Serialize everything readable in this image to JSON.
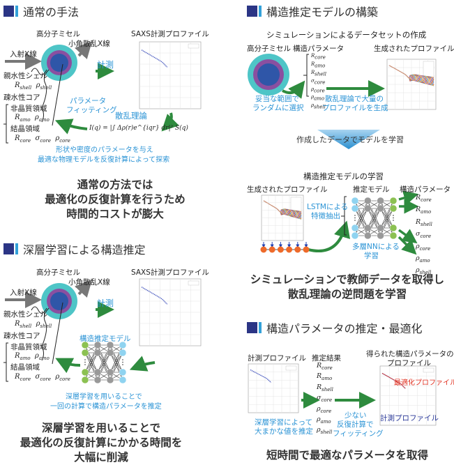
{
  "sections": {
    "conventional": {
      "title": "通常の手法",
      "micelle_label": "高分子ミセル",
      "saxs_label": "小角散乱X線",
      "incident_label": "入射X線",
      "profile_label": "SAXS計測プロファイル",
      "measure_label": "計測",
      "shell_label": "親水性シェル",
      "core_label": "疎水性コア",
      "amorphous_label": "非晶質領域",
      "crystal_label": "結晶領域",
      "fitting_line1": "パラメータ",
      "fitting_line2": "フィッティング",
      "theory_label": "散乱理論",
      "formula": "I(q) = |∫ Δρ(r)e^{iqr} dr|² S(q)",
      "caption_line1": "形状や密度のパラメータを与え",
      "caption_line2": "最適な物理モデルを反復計算によって探索",
      "summary": [
        "通常の方法では",
        "最適化の反復計算を行うため",
        "時間的コストが膨大"
      ]
    },
    "deep": {
      "title": "深層学習による構造推定",
      "model_label": "構造推定モデル",
      "caption_line1": "深層学習を用いることで",
      "caption_line2": "一回の計算で構造パラメータを推定",
      "summary": [
        "深層学習を用いることで",
        "最適化の反復計算にかかる時間を",
        "大幅に削減"
      ]
    },
    "build": {
      "title": "構造推定モデルの構築",
      "dataset_label": "シミュレーションによるデータセットの作成",
      "micelle_label": "高分子ミセル",
      "params_label": "構造パラメータ",
      "generated_label": "生成されたプロファイル",
      "random_line1": "妥当な範囲で",
      "random_line2": "ランダムに選択",
      "gen_line1": "散乱理論で大量の",
      "gen_line2": "プロファイルを生成",
      "train_arrow_label": "作成したデータでモデルを学習",
      "learning_title": "構造推定モデルの学習",
      "model_label": "推定モデル",
      "lstm_line1": "LSTMによる",
      "lstm_line2": "特徴抽出",
      "nn_line1": "多層NNによる",
      "nn_line2": "学習",
      "summary": [
        "シミュレーションで教師データを取得し",
        "散乱理論の逆問題を学習"
      ]
    },
    "optimize": {
      "title": "構造パラメータの推定・最適化",
      "measured_label": "計測プロファイル",
      "result_label": "推定結果",
      "obtained_line1": "得られた構造パラメータの",
      "obtained_line2": "プロファイル",
      "optimized_profile": "最適化プロファイル",
      "measured_profile": "計測プロファイル",
      "dl_line1": "深層学習によって",
      "dl_line2": "大まかな値を推定",
      "fit_line1": "少ない",
      "fit_line2": "反復計算で",
      "fit_line3": "フィッティング",
      "summary": "短時間で最適なパラメータを取得"
    }
  },
  "params": {
    "R_shell": "R",
    "R_shell_sub": "shell",
    "rho_shell": "ρ",
    "rho_shell_sub": "shell",
    "R_amo": "R",
    "R_amo_sub": "amo",
    "rho_amo": "ρ",
    "rho_amo_sub": "amo",
    "R_core": "R",
    "R_core_sub": "core",
    "sigma_core": "σ",
    "sigma_core_sub": "core",
    "rho_core": "ρ",
    "rho_core_sub": "core"
  },
  "param_list": [
    {
      "sym": "R",
      "sub": "core"
    },
    {
      "sym": "R",
      "sub": "amo"
    },
    {
      "sym": "R",
      "sub": "shell"
    },
    {
      "sym": "σ",
      "sub": "core"
    },
    {
      "sym": "ρ",
      "sub": "core"
    },
    {
      "sym": "ρ",
      "sub": "amo"
    },
    {
      "sym": "ρ",
      "sub": "shell"
    }
  ],
  "colors": {
    "header_dark": "#2b3585",
    "header_light": "#33a1d9",
    "blue_text": "#2a93d5",
    "green": "#2e8b3e",
    "shell": "#4ec5c7",
    "amorphous": "#8a4fa0",
    "core": "#2f56a8",
    "red": "#e03020"
  }
}
